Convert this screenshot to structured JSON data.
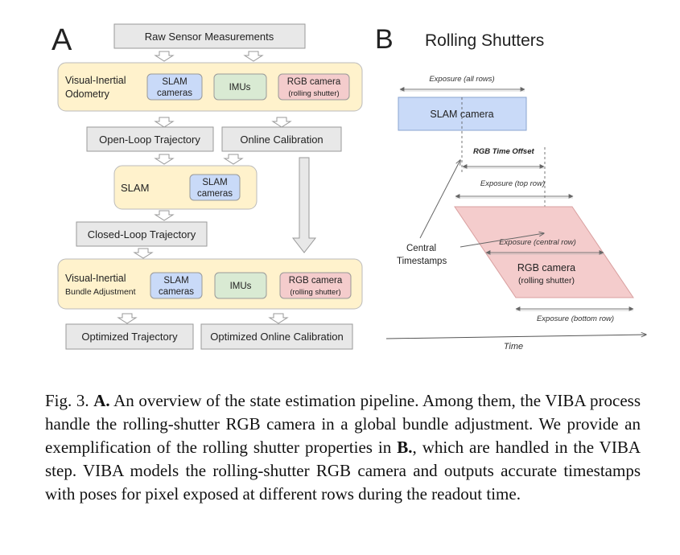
{
  "panel_a": {
    "letter": "A",
    "raw": "Raw Sensor Measurements",
    "vio": {
      "title1": "Visual-Inertial",
      "title2": "Odometry",
      "slam1": "SLAM",
      "slam2": "cameras",
      "imus": "IMUs",
      "rgb1": "RGB camera",
      "rgb2": "(rolling shutter)"
    },
    "open_loop": "Open-Loop Trajectory",
    "online_calib": "Online Calibration",
    "slam": {
      "title": "SLAM",
      "cam1": "SLAM",
      "cam2": "cameras"
    },
    "closed_loop": "Closed-Loop Trajectory",
    "viba": {
      "title1": "Visual-Inertial",
      "title2": "Bundle Adjustment",
      "slam1": "SLAM",
      "slam2": "cameras",
      "imus": "IMUs",
      "rgb1": "RGB camera",
      "rgb2": "(rolling shutter)"
    },
    "opt_traj": "Optimized Trajectory",
    "opt_calib": "Optimized Online Calibration"
  },
  "panel_b": {
    "letter": "B",
    "title": "Rolling Shutters",
    "exposure_all": "Exposure (all rows)",
    "slam_camera": "SLAM camera",
    "rgb_offset": "RGB Time Offset",
    "exposure_top": "Exposure (top row)",
    "central1": "Central",
    "central2": "Timestamps",
    "exposure_central": "Exposure (central row)",
    "rgb1": "RGB camera",
    "rgb2": "(rolling shutter)",
    "exposure_bottom": "Exposure (bottom row)",
    "time": "Time"
  },
  "colors": {
    "blue": "#c9daf8",
    "green": "#d9ead3",
    "red": "#f4cccc",
    "yellow": "#fff2cc",
    "gray": "#e8e8e8"
  },
  "caption": {
    "fig": "Fig. 3.",
    "a": "A.",
    "t1": " An overview of the state estimation pipeline. Among them, the VIBA process handle the rolling-shutter RGB camera in a global bundle adjustment. We provide an exemplification of the rolling shutter properties in ",
    "b": "B.",
    "t2": ", which are handled in the VIBA step. VIBA models the rolling-shutter RGB camera and outputs accurate timestamps with poses for pixel exposed at different rows during the readout time."
  }
}
